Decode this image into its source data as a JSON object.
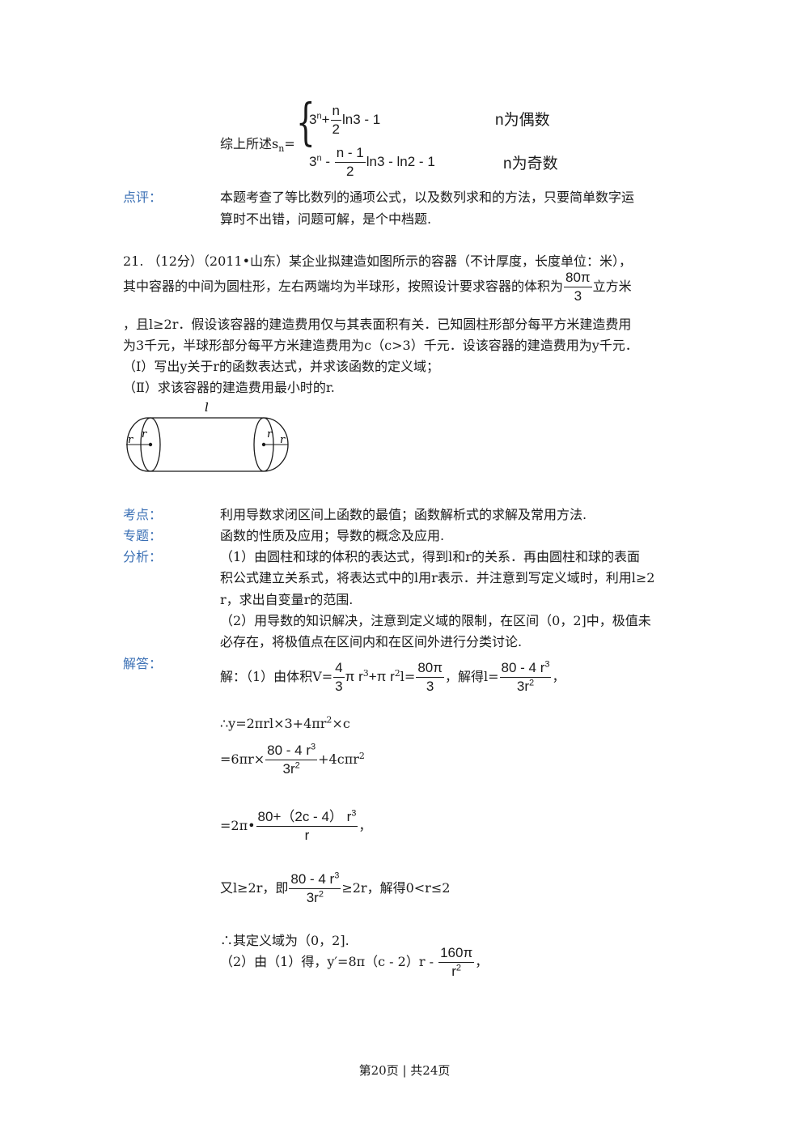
{
  "summary": {
    "lead": "综上所述s",
    "lead_sub": "n",
    "lead_eq": "=",
    "case1": {
      "a": "3",
      "a_sup": "n",
      "plus": "+",
      "frac_num": "n",
      "frac_den": "2",
      "rest": "ln3  - 1",
      "cond": "n为偶数"
    },
    "case2": {
      "a": "3",
      "a_sup": "n",
      "minus": " - ",
      "frac_num": "n - 1",
      "frac_den": "2",
      "rest": "ln3 - ln2  - 1",
      "cond": "n为奇数"
    }
  },
  "comment": {
    "label": "点评：",
    "line1": "本题考查了等比数列的通项公式，以及数列求和的方法，只要简单数字运",
    "line2": "算时不出错，问题可解，是个中档题."
  },
  "problem": {
    "line1": "21. （12分）（2011•山东）某企业拟建造如图所示的容器（不计厚度，长度单位：米），",
    "line2_pre": "其中容器的中间为圆柱形，左右两端均为半球形，按照设计要求容器的体积为",
    "line2_frac_num": "80π",
    "line2_frac_den": "3",
    "line2_post": "立方米",
    "line3": "，且l≥2r．假设该容器的建造费用仅与其表面积有关．已知圆柱形部分每平方米建造费用",
    "line4": "为3千元，半球形部分每平方米建造费用为c（c>3）千元．设该容器的建造费用为y千元．",
    "part1": "（Ⅰ）写出y关于r的函数表达式，并求该函数的定义域；",
    "part2": "（Ⅱ）求该容器的建造费用最小时的r."
  },
  "figure": {
    "l": "l",
    "r": "r"
  },
  "kaodian": {
    "label": "考点：",
    "text": "利用导数求闭区间上函数的最值；函数解析式的求解及常用方法."
  },
  "zhuanti": {
    "label": "专题：",
    "text": "函数的性质及应用；导数的概念及应用."
  },
  "fenxi": {
    "label": "分析：",
    "line1": "（1）由圆柱和球的体积的表达式，得到l和r的关系．再由圆柱和球的表面",
    "line2": "积公式建立关系式，将表达式中的l用r表示．并注意到写定义域时，利用l≥2",
    "line3": "r，求出自变量r的范围.",
    "line4": "（2）用导数的知识解决，注意到定义域的限制，在区间（0，2]中，极值未",
    "line5": "必存在，将极值点在区间内和在区间外进行分类讨论."
  },
  "jieda": {
    "label": "解答：",
    "s1_pre": "解：（1）由体积V=",
    "s1_f1_num": "4",
    "s1_f1_den": "3",
    "s1_mid": "π r",
    "s1_sup1": "3",
    "s1_mid2": "+π r",
    "s1_sup2": "2",
    "s1_mid3": "l=",
    "s1_f2_num": "80π",
    "s1_f2_den": "3",
    "s1_mid4": "，解得l=",
    "s1_f3_num": "80 - 4 r",
    "s1_f3_num_sup": "3",
    "s1_f3_den": "3r",
    "s1_f3_den_sup": "2",
    "s1_post": "，",
    "s2": "∴y=2πrl×3+4πr",
    "s2_sup": "2",
    "s2_post": "×c",
    "s3_pre": "=6πr×",
    "s3_num": "80 - 4 r",
    "s3_num_sup": "3",
    "s3_den": "3r",
    "s3_den_sup": "2",
    "s3_post": "+4cπr",
    "s3_post_sup": "2",
    "s4_pre": "=2π•",
    "s4_num": "80+（2c - 4） r",
    "s4_num_sup": "3",
    "s4_den": "r",
    "s4_post": "，",
    "s5_pre": "又l≥2r，即",
    "s5_num": "80 - 4 r",
    "s5_num_sup": "3",
    "s5_den": "3r",
    "s5_den_sup": "2",
    "s5_post": "≥2r，解得0<r≤2",
    "s6": "∴其定义域为（0，2].",
    "s7_pre": "（2）由（1）得，y′=8π（c - 2）r - ",
    "s7_num": "160π",
    "s7_den": "r",
    "s7_den_sup": "2",
    "s7_post": "，"
  },
  "footer": {
    "text": "第20页 | 共24页"
  }
}
